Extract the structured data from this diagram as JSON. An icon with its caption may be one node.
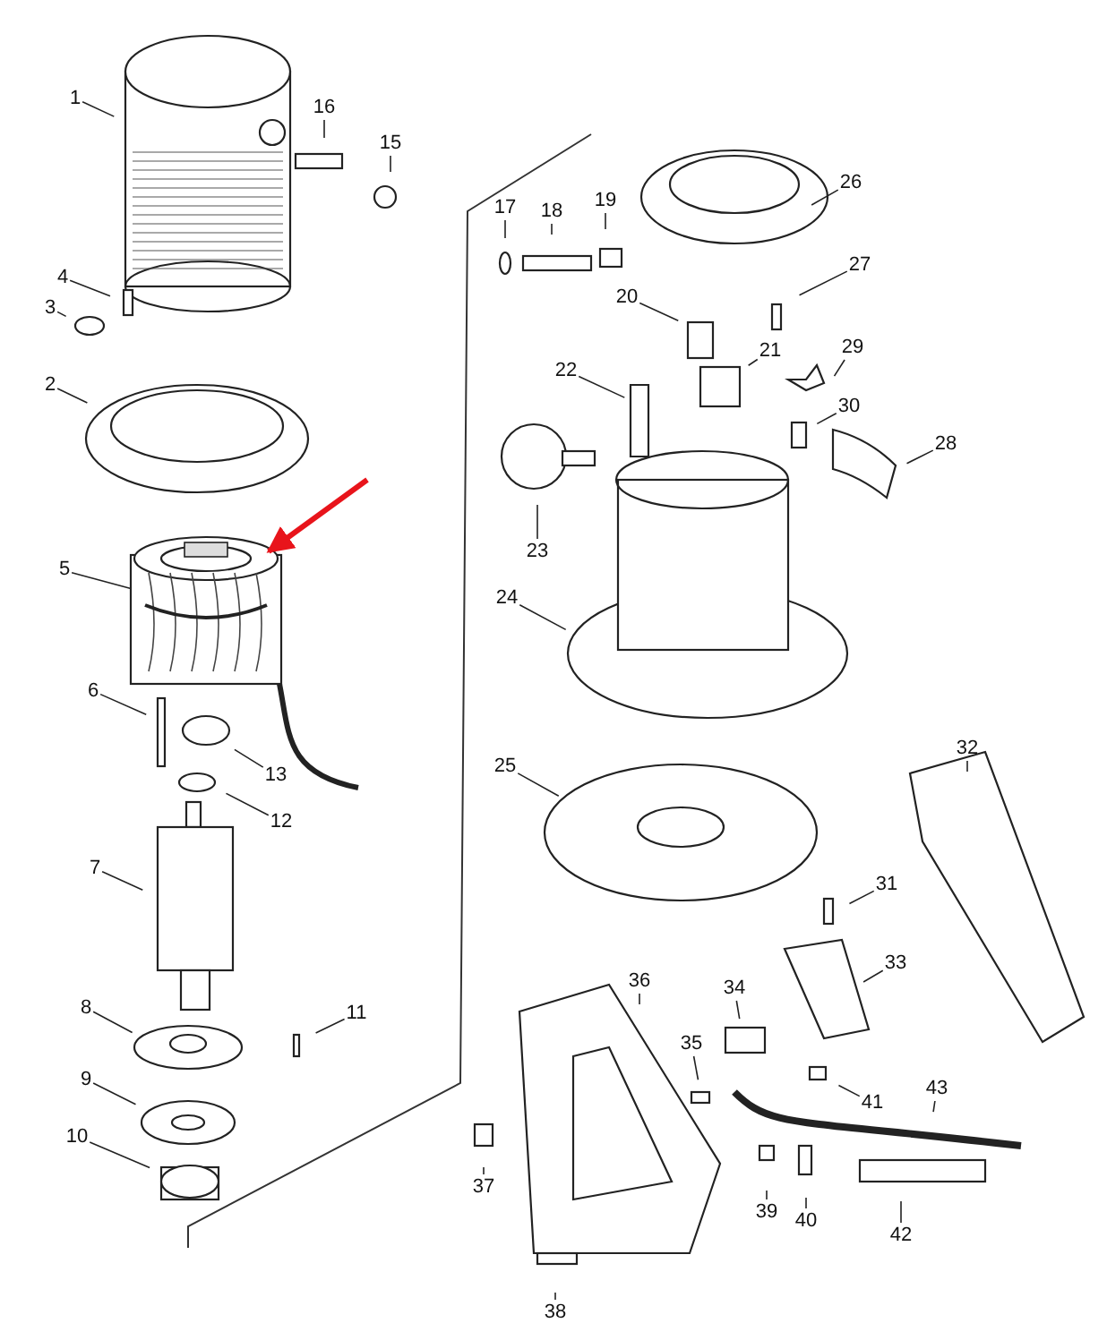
{
  "diagram": {
    "nodes": [
      {
        "text": [
          "1"
        ]
      },
      {
        "text": [
          "2"
        ]
      },
      {
        "text": [
          "3"
        ]
      },
      {
        "text": [
          "4"
        ]
      },
      {
        "text": [
          "5"
        ]
      },
      {
        "text": [
          "6"
        ]
      },
      {
        "text": [
          "7"
        ]
      },
      {
        "text": [
          "8"
        ]
      },
      {
        "text": [
          "9"
        ]
      },
      {
        "text": [
          "10"
        ]
      },
      {
        "text": [
          "11"
        ]
      },
      {
        "text": [
          "12"
        ]
      },
      {
        "text": [
          "13"
        ]
      },
      {
        "text": [
          "15"
        ]
      },
      {
        "text": [
          "16"
        ]
      },
      {
        "text": [
          "17"
        ]
      },
      {
        "text": [
          "18"
        ]
      },
      {
        "text": [
          "19"
        ]
      },
      {
        "text": [
          "20"
        ]
      },
      {
        "text": [
          "21"
        ]
      },
      {
        "text": [
          "22"
        ]
      },
      {
        "text": [
          "23"
        ]
      },
      {
        "text": [
          "24"
        ]
      },
      {
        "text": [
          "25"
        ]
      },
      {
        "text": [
          "26"
        ]
      },
      {
        "text": [
          "27"
        ]
      },
      {
        "text": [
          "28"
        ]
      },
      {
        "text": [
          "29"
        ]
      },
      {
        "text": [
          "30"
        ]
      },
      {
        "text": [
          "31"
        ]
      },
      {
        "text": [
          "32"
        ]
      },
      {
        "text": [
          "33"
        ]
      },
      {
        "text": [
          "34"
        ]
      },
      {
        "text": [
          "35"
        ]
      },
      {
        "text": [
          "36"
        ]
      },
      {
        "text": [
          "37"
        ]
      },
      {
        "text": [
          "38"
        ]
      },
      {
        "text": [
          "39"
        ]
      },
      {
        "text": [
          "40"
        ]
      },
      {
        "text": [
          "41"
        ]
      },
      {
        "text": [
          "42"
        ]
      },
      {
        "text": [
          "43"
        ]
      },
      {
        "text": [],
        "shape": "picture"
      }
    ],
    "edges": [
      {
        "from": 0,
        "to": null,
        "arrow": "none"
      },
      {
        "from": 1,
        "to": null,
        "arrow": "none"
      },
      {
        "from": 2,
        "to": null,
        "arrow": "none"
      },
      {
        "from": 3,
        "to": null,
        "arrow": "none"
      },
      {
        "from": 4,
        "to": 42,
        "arrow": "none"
      },
      {
        "from": 5,
        "to": null,
        "arrow": "none"
      },
      {
        "from": 6,
        "to": null,
        "arrow": "none"
      },
      {
        "from": 7,
        "to": null,
        "arrow": "none"
      },
      {
        "from": 8,
        "to": null,
        "arrow": "none"
      },
      {
        "from": 9,
        "to": null,
        "arrow": "none"
      },
      {
        "from": 10,
        "to": null,
        "arrow": "none"
      },
      {
        "from": 11,
        "to": null,
        "arrow": "none"
      },
      {
        "from": 12,
        "to": null,
        "arrow": "none"
      },
      {
        "from": 13,
        "to": null,
        "arrow": "none"
      },
      {
        "from": 14,
        "to": null,
        "arrow": "none"
      },
      {
        "from": 15,
        "to": null,
        "arrow": "none"
      },
      {
        "from": 16,
        "to": null,
        "arrow": "none"
      },
      {
        "from": 17,
        "to": null,
        "arrow": "none"
      },
      {
        "from": 18,
        "to": null,
        "arrow": "none"
      },
      {
        "from": 19,
        "to": null,
        "arrow": "none"
      },
      {
        "from": 20,
        "to": null,
        "arrow": "none"
      },
      {
        "from": 21,
        "to": null,
        "arrow": "none"
      },
      {
        "from": 22,
        "to": null,
        "arrow": "none"
      },
      {
        "from": 23,
        "to": null,
        "arrow": "none"
      },
      {
        "from": 24,
        "to": null,
        "arrow": "none"
      },
      {
        "from": 25,
        "to": null,
        "arrow": "none"
      },
      {
        "from": 26,
        "to": null,
        "arrow": "none"
      },
      {
        "from": 27,
        "to": null,
        "arrow": "none"
      },
      {
        "from": 28,
        "to": null,
        "arrow": "none"
      },
      {
        "from": 29,
        "to": null,
        "arrow": "none"
      },
      {
        "from": 30,
        "to": null,
        "arrow": "none"
      },
      {
        "from": 31,
        "to": null,
        "arrow": "none"
      },
      {
        "from": 32,
        "to": null,
        "arrow": "none"
      },
      {
        "from": 33,
        "to": null,
        "arrow": "none"
      },
      {
        "from": 34,
        "to": null,
        "arrow": "none"
      },
      {
        "from": 35,
        "to": null,
        "arrow": "none"
      },
      {
        "from": 36,
        "to": null,
        "arrow": "none"
      },
      {
        "from": 37,
        "to": null,
        "arrow": "none"
      },
      {
        "from": 38,
        "to": null,
        "arrow": "none"
      },
      {
        "from": 39,
        "to": null,
        "arrow": "none"
      },
      {
        "from": 40,
        "to": null,
        "arrow": "none"
      },
      {
        "from": 41,
        "to": null,
        "arrow": "none"
      },
      {
        "from": null,
        "to": 42,
        "arrow": "to",
        "style": "thick",
        "color": "#e8141b"
      }
    ]
  }
}
